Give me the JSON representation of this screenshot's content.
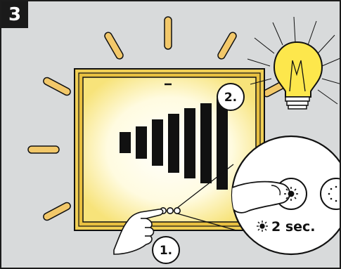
{
  "step": {
    "number": "3"
  },
  "callouts": {
    "first": "1.",
    "second": "2."
  },
  "timer": {
    "label": "2 sec."
  },
  "level_meter": {
    "bars_total": 7,
    "bars_lit": 7
  },
  "icons": {
    "sun_small": "sun-icon",
    "sun_dotted": "dim-icon",
    "bulb": "light-bulb-icon",
    "hand": "hand-icon",
    "finger": "finger-icon"
  },
  "colors": {
    "background": "#d8dadb",
    "glow": "#fff3a8",
    "frame_gold": "#e8c040",
    "ray": "#f2c86a",
    "bulb": "#fde74c",
    "bar": "#111111",
    "outline": "#111111"
  }
}
